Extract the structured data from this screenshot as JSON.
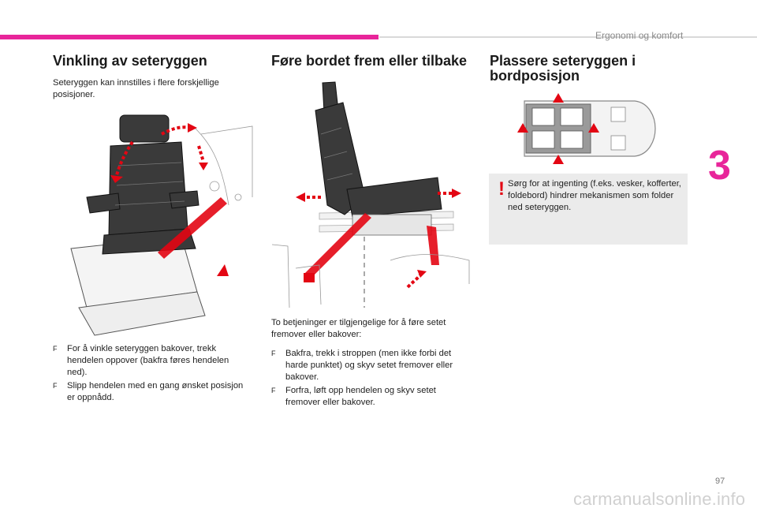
{
  "header": {
    "section_title": "Ergonomi og komfort",
    "chapter_number": "3",
    "page_number": "97"
  },
  "watermark": "carmanualsonline.info",
  "col1": {
    "title": "Vinkling av seteryggen",
    "intro": "Seteryggen kan innstilles i flere forskjellige posisjoner.",
    "bullets": [
      {
        "mark": "F",
        "text": "For å vinkle seteryggen bakover, trekk hendelen oppover (bakfra føres hendelen ned)."
      },
      {
        "mark": "F",
        "text": "Slipp hendelen med en gang ønsket posisjon er oppnådd."
      }
    ]
  },
  "col2": {
    "title": "Føre bordet frem eller tilbake",
    "intro": "To betjeninger er tilgjengelige for å føre setet fremover eller bakover:",
    "bullets": [
      {
        "mark": "F",
        "text": "Bakfra, trekk i stroppen (men ikke forbi det harde punktet) og skyv setet fremover eller bakover."
      },
      {
        "mark": "F",
        "text": "Forfra, løft opp hendelen og skyv setet fremover eller bakover."
      }
    ]
  },
  "col3": {
    "title_line1": "Plassere seteryggen i",
    "title_line2": "bordposisjon",
    "warning_mark": "!",
    "warning_text": "Sørg for at ingenting (f.eks. vesker, kofferter, foldebord) hindrer mekanismen som folder ned seteryggen."
  },
  "colors": {
    "accent": "#e8259a",
    "warning_red": "#e30613",
    "warning_bg": "#ebebeb"
  }
}
